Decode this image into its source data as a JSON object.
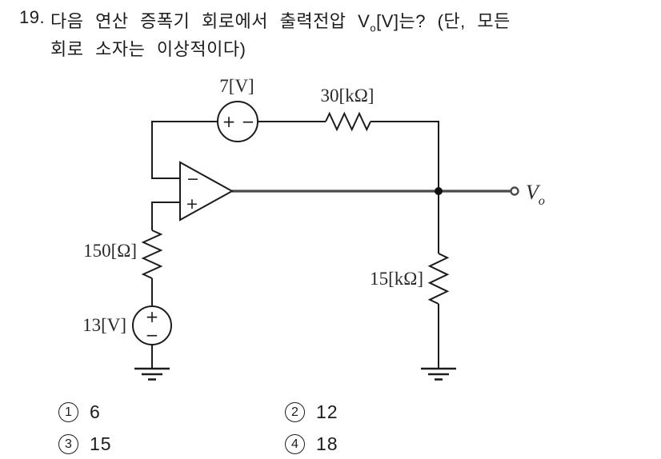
{
  "question": {
    "number": "19.",
    "line1_pre": "다음 연산 증폭기 회로에서 출력전압 V",
    "line1_sub": "o",
    "line1_post": "[V]는? (단, 모든",
    "line2": "회로 소자는 이상적이다)"
  },
  "circuit": {
    "top_source_label": "7[V]",
    "top_resistor_label": "30[kΩ]",
    "left_resistor_label": "150[Ω]",
    "left_source_label": "13[V]",
    "right_resistor_label": "15[kΩ]",
    "output_label_main": "V",
    "output_label_sub": "o",
    "polarity_plus": "+",
    "polarity_minus": "−",
    "opamp_minus_input": "−",
    "opamp_plus_input": "+",
    "colors": {
      "line": "#1c1c1c",
      "output_wire": "#4a4a4a",
      "background": "#ffffff"
    }
  },
  "choices": [
    {
      "num": "1",
      "value": "6"
    },
    {
      "num": "2",
      "value": "12"
    },
    {
      "num": "3",
      "value": "15"
    },
    {
      "num": "4",
      "value": "18"
    }
  ]
}
